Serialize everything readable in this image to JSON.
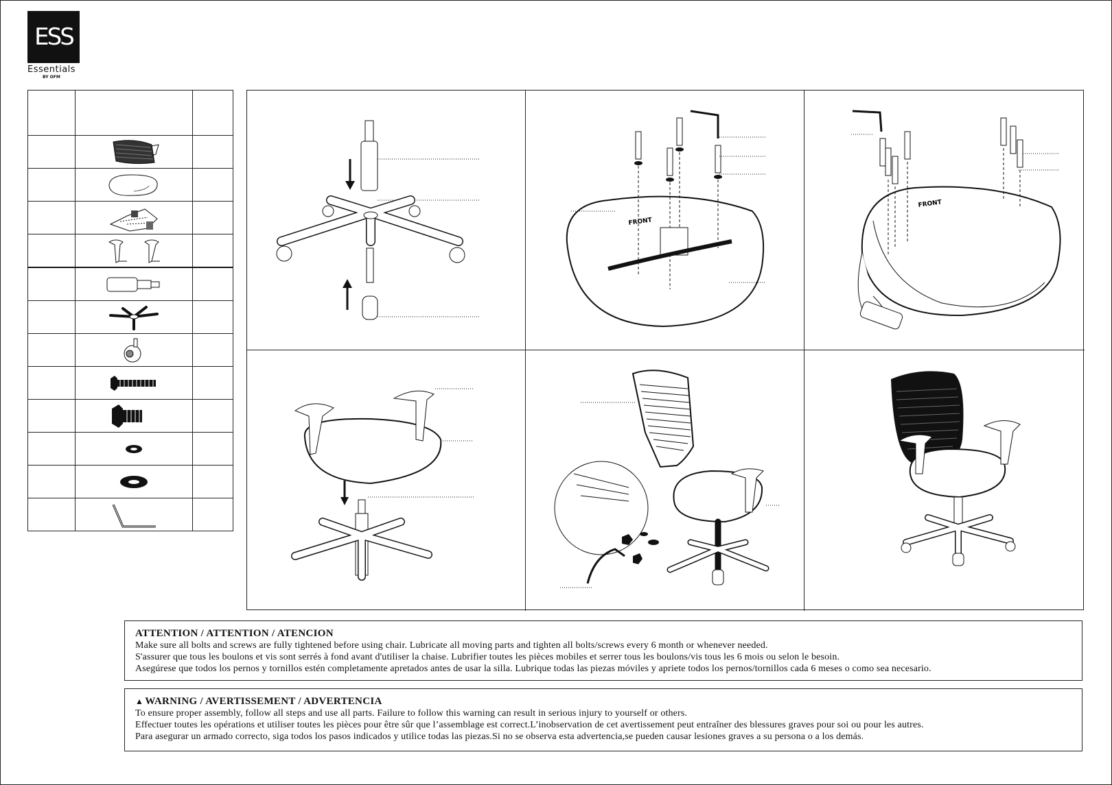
{
  "logo": {
    "mark": "ESS",
    "name": "Essentials",
    "by": "BY OFM"
  },
  "parts": [
    {
      "icon": "mesh-back-icon"
    },
    {
      "icon": "seat-cushion-icon"
    },
    {
      "icon": "mechanism-icon"
    },
    {
      "icon": "armrest-pair-icon"
    },
    {
      "icon": "gas-cylinder-icon"
    },
    {
      "icon": "base-icon"
    },
    {
      "icon": "caster-icon"
    },
    {
      "icon": "long-bolt-icon"
    },
    {
      "icon": "short-bolt-icon"
    },
    {
      "icon": "lock-washer-icon"
    },
    {
      "icon": "flat-washer-icon"
    },
    {
      "icon": "hex-key-icon"
    }
  ],
  "steps": [
    {
      "icon": "base-cylinder-assembly-icon"
    },
    {
      "icon": "seat-mechanism-attach-icon"
    },
    {
      "icon": "armrest-attach-icon"
    },
    {
      "icon": "seat-to-base-icon"
    },
    {
      "icon": "backrest-attach-icon"
    },
    {
      "icon": "finished-chair-icon"
    }
  ],
  "seat_label": "FRONT",
  "attention": {
    "title": "ATTENTION / ATTENTION / ATENCION",
    "lines": [
      "Make sure all bolts and screws are fully tightened before using chair. Lubricate all moving parts and tighten all bolts/screws every 6 month or whenever needed.",
      "S'assurer que tous les boulons et vis sont serrés à fond avant d'utiliser la chaise. Lubrifier toutes les pièces mobiles et serrer tous les boulons/vis tous les 6 mois ou selon le besoin.",
      "Asegúrese que todos los pernos y tornillos estén completamente apretados antes de usar la silla. Lubrique todas las piezas móviles y apriete todos los pernos/tornillos cada 6 meses o como sea necesario."
    ]
  },
  "warning": {
    "icon": "warning-triangle-icon",
    "symbol": "▲",
    "title": "WARNING / AVERTISSEMENT / ADVERTENCIA",
    "lines": [
      "To ensure proper assembly, follow all steps and use all parts. Failure to follow this warning can result in serious injury to yourself or others.",
      "Effectuer toutes les opérations et utiliser toutes les pièces pour être sûr que l’assemblage est correct.L’inobservation de cet avertissement peut entraîner des blessures graves pour soi ou pour les autres.",
      "Para asegurar un armado correcto, siga todos los pasos indicados y utilice todas las piezas.Si no se observa esta advertencia,se pueden causar lesiones graves a su persona o a los demás."
    ]
  }
}
